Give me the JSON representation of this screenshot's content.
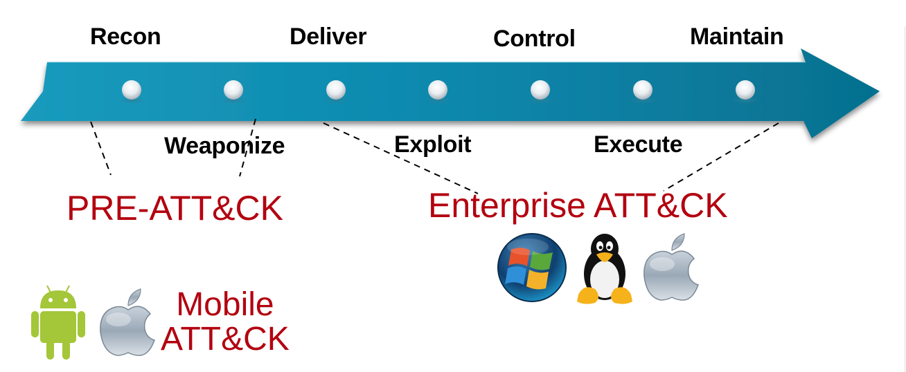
{
  "diagram": {
    "type": "attack-lifecycle-timeline",
    "colors": {
      "arrow_light": "#1a9bbd",
      "arrow_dark": "#06708f",
      "matrix_label": "#b3000f",
      "phase_label": "#000000",
      "connector": "#000000"
    },
    "phases_top": [
      {
        "label": "Recon"
      },
      {
        "label": "Deliver"
      },
      {
        "label": "Control"
      },
      {
        "label": "Maintain"
      }
    ],
    "phases_bottom": [
      {
        "label": "Weaponize"
      },
      {
        "label": "Exploit"
      },
      {
        "label": "Execute"
      }
    ],
    "phase_order": [
      "Recon",
      "Weaponize",
      "Deliver",
      "Exploit",
      "Control",
      "Execute",
      "Maintain"
    ],
    "matrices": {
      "pre": {
        "label": "PRE-ATT&CK",
        "covers": [
          "Recon",
          "Weaponize"
        ]
      },
      "enterprise": {
        "label": "Enterprise ATT&CK",
        "covers": [
          "Deliver",
          "Exploit",
          "Control",
          "Execute",
          "Maintain"
        ],
        "platform_icons": [
          "windows-icon",
          "linux-tux-icon",
          "apple-icon"
        ]
      },
      "mobile": {
        "label_line1": "Mobile",
        "label_line2": "ATT&CK",
        "platform_icons": [
          "android-icon",
          "apple-icon"
        ]
      }
    }
  }
}
